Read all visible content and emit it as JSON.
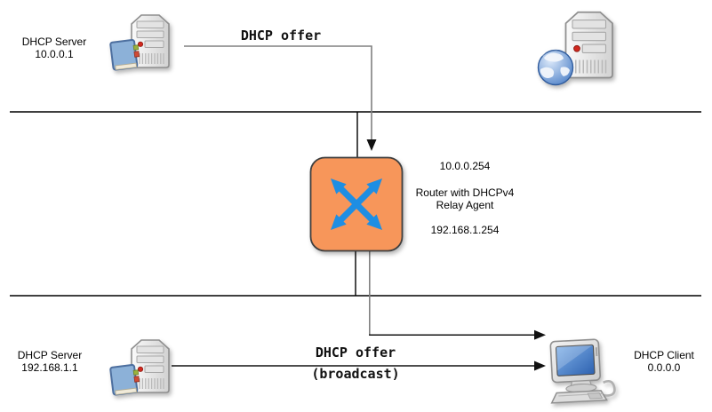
{
  "nodes": {
    "dhcp_server_top": {
      "name": "DHCP Server",
      "ip": "10.0.0.1"
    },
    "dhcp_server_bottom": {
      "name": "DHCP Server",
      "ip": "192.168.1.1"
    },
    "dhcp_client": {
      "name": "DHCP Client",
      "ip": "0.0.0.0"
    },
    "router": {
      "ip_top": "10.0.0.254",
      "title_line1": "Router with DHCPv4",
      "title_line2": "Relay Agent",
      "ip_bottom": "192.168.1.254"
    }
  },
  "messages": {
    "offer_top": "DHCP offer",
    "offer_bottom_line1": "DHCP offer",
    "offer_bottom_line2": "(broadcast)"
  },
  "icons": {
    "server_top": "server-tower-with-book-icon",
    "web_server": "server-tower-with-globe-icon",
    "router": "router-crossed-arrows-icon",
    "server_bottom": "server-tower-with-book-icon",
    "client": "desktop-computer-icon"
  },
  "colors": {
    "router_fill": "#f7965a",
    "router_border": "#3f3f3f",
    "router_arrow": "#1e8ee3",
    "relay_line": "#808080",
    "network_line": "#000000"
  }
}
